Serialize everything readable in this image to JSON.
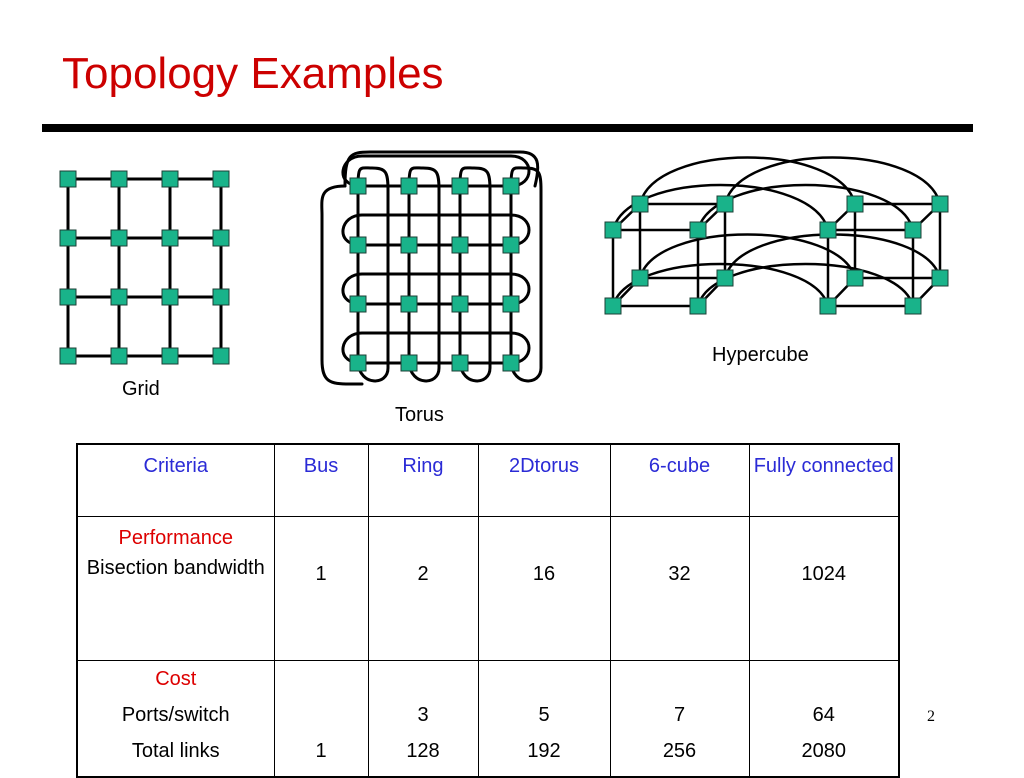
{
  "title": "Topology Examples",
  "figures": {
    "grid_label": "Grid",
    "torus_label": "Torus",
    "hypercube_label": "Hypercube"
  },
  "colors": {
    "title": "#cc0000",
    "node": "#19b38a",
    "header": "#2b2bd6",
    "section": "#dd0000"
  },
  "table": {
    "headers": [
      "Criteria",
      "Bus",
      "Ring",
      "2Dtorus",
      "6-cube",
      "Fully connected"
    ],
    "performance": {
      "section": "Performance",
      "label": "Bisection bandwidth",
      "values": [
        "1",
        "2",
        "16",
        "32",
        "1024"
      ]
    },
    "cost": {
      "section": "Cost",
      "ports_label": "Ports/switch",
      "ports_values": [
        "",
        "3",
        "5",
        "7",
        "64"
      ],
      "links_label": "Total links",
      "links_values": [
        "1",
        "128",
        "192",
        "256",
        "2080"
      ]
    }
  },
  "page_number": "2"
}
